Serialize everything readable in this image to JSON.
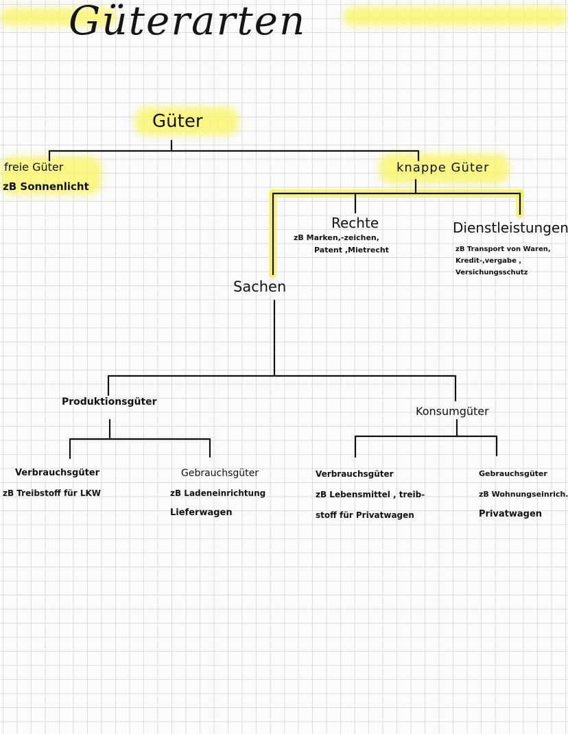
{
  "title": "Güterarten",
  "root": "Güter",
  "free_goods": {
    "label": "freie Güter",
    "example": "zB Sonnenlicht"
  },
  "scarce_goods": "knappe Güter",
  "rights": {
    "label": "Rechte",
    "example_1": "zB Marken,-zeichen,",
    "example_2": "Patent ,Mietrecht"
  },
  "services": {
    "label": "Dienstleistungen",
    "example_1": "zB Transport von Waren,",
    "example_2": "Kredit-,vergabe ,",
    "example_3": "Versichungsschutz"
  },
  "things": "Sachen",
  "production_goods": "Produktionsgüter",
  "consumer_goods": "Konsumgüter",
  "prod_consumables": {
    "label": "Verbrauchsgüter",
    "example": "zB Treibstoff für LKW"
  },
  "prod_durables": {
    "label": "Gebrauchsgüter",
    "example_1": "zB Ladeneinrichtung",
    "example_2": "Lieferwagen"
  },
  "cons_consumables": {
    "label": "Verbrauchsgüter",
    "example_1": "zB Lebensmittel , treib-",
    "example_2": "stoff für Privatwagen"
  },
  "cons_durables": {
    "label": "Gebrauchsgüter",
    "example_1": "zB Wohnungseinrich.",
    "example_2": "Privatwagen"
  },
  "colors": {
    "highlight": "#f7f25a",
    "ink": "#111111",
    "grid": "#dcdcdc"
  }
}
